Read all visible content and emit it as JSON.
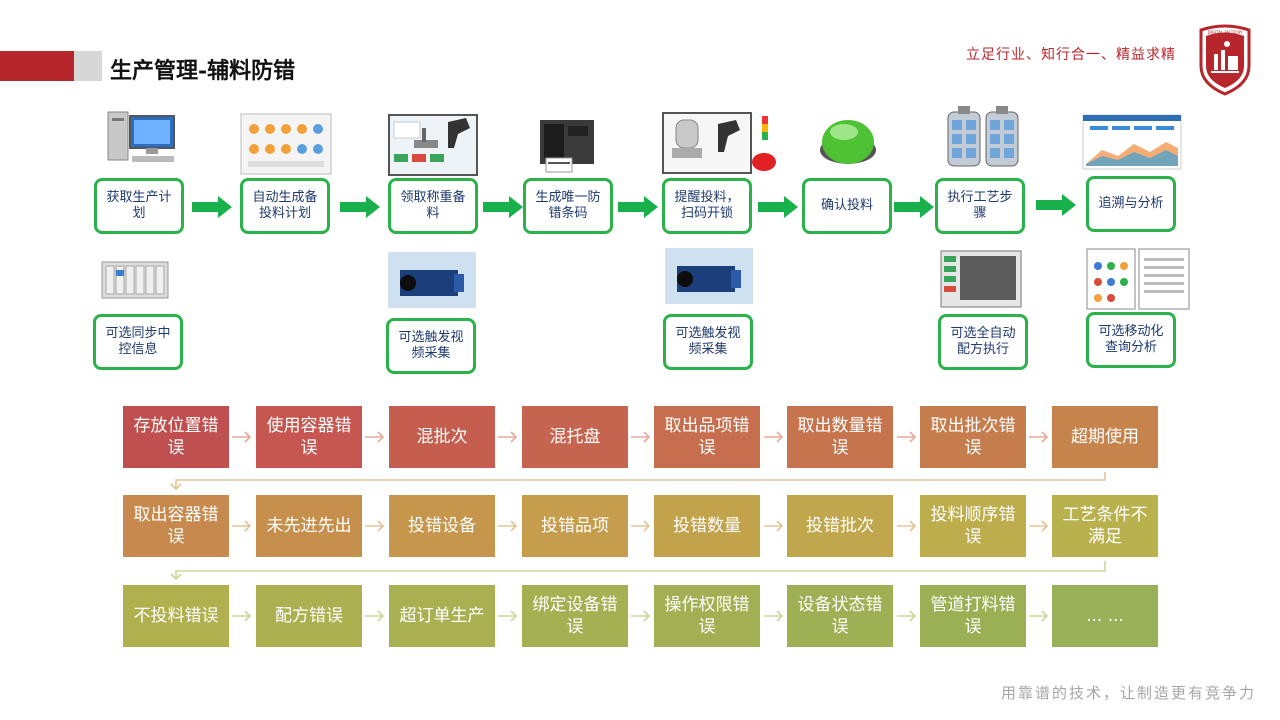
{
  "title": "生产管理-辅料防错",
  "slogan_top": "立足行业、知行合一、精益求精",
  "slogan_bottom": "用靠谱的技术，让制造更有竞争力",
  "logo_text": "DIGITAL FACTORY",
  "colors": {
    "accent": "#b7262b",
    "green": "#2bb24a",
    "text_blue": "#1f3a6e"
  },
  "process_steps": [
    {
      "label": "获取生产计划",
      "icon": "computer-icon"
    },
    {
      "label": "自动生成备投料计划",
      "icon": "touchscreen-app-icon"
    },
    {
      "label": "领取称重备料",
      "icon": "weighing-scale-scanner-icon"
    },
    {
      "label": "生成唯一防错条码",
      "icon": "label-printer-icon"
    },
    {
      "label": "提醒投料，扫码开锁",
      "icon": "tank-scanner-alarm-icon"
    },
    {
      "label": "确认投料",
      "icon": "green-button-icon"
    },
    {
      "label": "执行工艺步骤",
      "icon": "control-panel-icon"
    },
    {
      "label": "追溯与分析",
      "icon": "dashboard-icon"
    }
  ],
  "optional_steps": [
    {
      "label": "可选同步中控信息",
      "icon": "plc-rack-icon"
    },
    {
      "label": "可选触发视频采集",
      "icon": "camera-icon"
    },
    {
      "label": "可选触发视频采集",
      "icon": "camera-icon"
    },
    {
      "label": "可选全自动配方执行",
      "icon": "hmi-screen-icon"
    },
    {
      "label": "可选移动化查询分析",
      "icon": "mobile-app-icon"
    }
  ],
  "error_rows": [
    [
      "存放位置错误",
      "使用容器错误",
      "混批次",
      "混托盘",
      "取出品项错误",
      "取出数量错误",
      "取出批次错误",
      "超期使用"
    ],
    [
      "取出容器错误",
      "未先进先出",
      "投错设备",
      "投错品项",
      "投错数量",
      "投错批次",
      "投料顺序错误",
      "工艺条件不满足"
    ],
    [
      "不投料错误",
      "配方错误",
      "超订单生产",
      "绑定设备错误",
      "操作权限错误",
      "设备状态错误",
      "管道打料错误",
      "... ..."
    ]
  ]
}
